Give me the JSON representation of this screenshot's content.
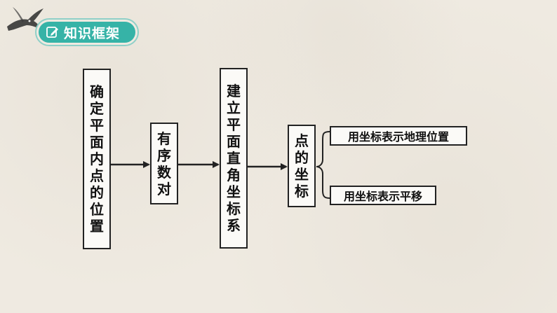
{
  "header": {
    "badge_label": "知识框架",
    "badge_icon": "edit-icon",
    "decoration_icon": "ink-bird-icon"
  },
  "flow": {
    "step1": [
      "确",
      "定",
      "平",
      "面",
      "内",
      "点",
      "的",
      "位",
      "置"
    ],
    "step2": [
      "有",
      "序",
      "数",
      "对"
    ],
    "step3": [
      "建",
      "立",
      "平",
      "面",
      "直",
      "角",
      "坐",
      "标",
      "系"
    ],
    "step4": [
      "点",
      "的",
      "坐",
      "标"
    ]
  },
  "branches": {
    "item1": "用坐标表示地理位置",
    "item2": "用坐标表示平移"
  },
  "colors": {
    "badge_fill": "#36b3a7",
    "badge_border": "#8fd0c8",
    "background": "#efeae1",
    "line": "#222222"
  }
}
